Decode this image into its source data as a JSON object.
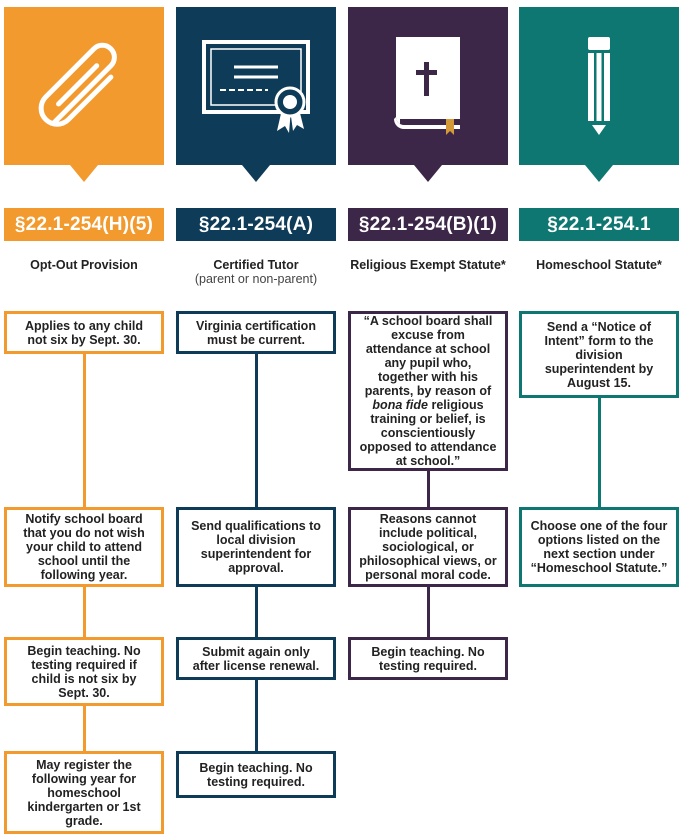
{
  "colors": {
    "optout": "#F29A2E",
    "tutor": "#0E3B57",
    "religious": "#3C2748",
    "homeschool": "#0F7772"
  },
  "columns": [
    {
      "code": "§22.1-254(H)(5)",
      "title": "Opt-Out Provision",
      "subtitle": "",
      "icon": "paperclip-icon",
      "steps": [
        "Applies to any child not six by Sept. 30.",
        "Notify school board that you do not wish your child to attend school until the following year.",
        "Begin teaching. No testing required if child is not six by Sept. 30.",
        "May register the following year for homeschool kindergarten or 1st grade."
      ]
    },
    {
      "code": "§22.1-254(A)",
      "title": "Certified Tutor",
      "subtitle": "(parent or non-parent)",
      "icon": "certificate-icon",
      "steps": [
        "Virginia certification must be current.",
        "Send qualifications to local division superintendent for approval.",
        "Submit again only after license renewal.",
        "Begin teaching. No testing required."
      ]
    },
    {
      "code": "§22.1-254(B)(1)",
      "title": "Religious Exempt Statute*",
      "subtitle": "",
      "icon": "bible-icon",
      "steps": [
        "“A school board shall excuse from attendance at school any pupil who, together with his parents, by reason of bona fide religious training or belief, is conscientiously opposed to attendance at school.”",
        "Reasons cannot include political, sociological, or philosophical views, or personal moral code.",
        "Begin teaching. No testing required."
      ]
    },
    {
      "code": "§22.1-254.1",
      "title": "Homeschool Statute*",
      "subtitle": "",
      "icon": "pencil-icon",
      "steps": [
        "Send a “Notice of Intent” form to the division superintendent by August 15.",
        "Choose one of the four options listed on the next section under “Homeschool Statute.”"
      ]
    }
  ]
}
